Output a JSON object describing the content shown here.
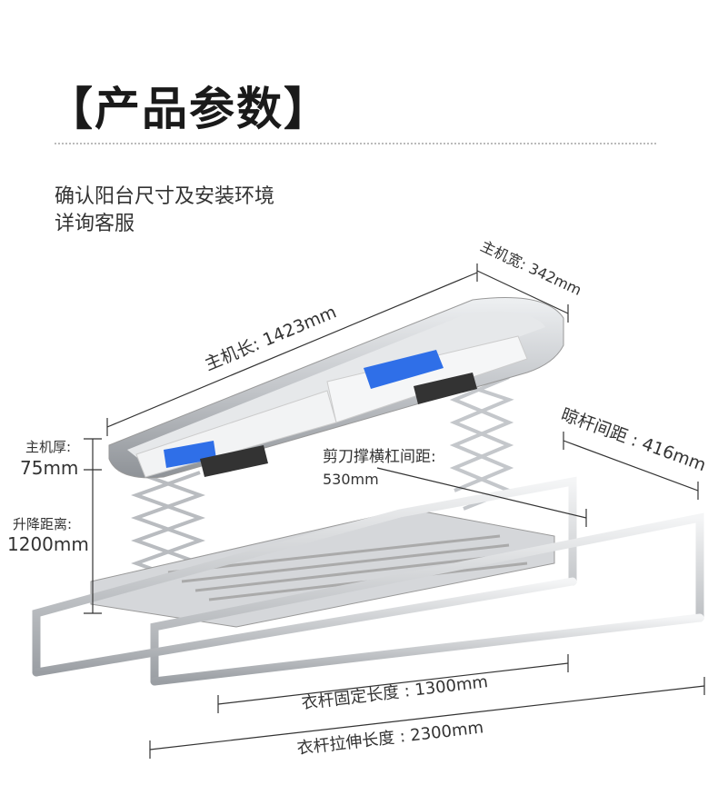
{
  "header": {
    "title": "【产品参数】"
  },
  "subtitle": {
    "line1": "确认阳台尺寸及安装环境",
    "line2": "详询客服"
  },
  "dimensions": {
    "host_width": "主机宽: 342mm",
    "host_length": "主机长: 1423mm",
    "host_thickness_label": "主机厚:",
    "host_thickness_value": "75mm",
    "lift_label": "升降距离:",
    "lift_value": "1200mm",
    "rod_spacing": "晾杆间距 : 416mm",
    "scissor_label": "剪刀撑横杠间距:",
    "scissor_value": "530mm",
    "rod_fixed_length": "衣杆固定长度 : 1300mm",
    "rod_extended_length": "衣杆拉伸长度 : 2300mm"
  },
  "colors": {
    "led": "#2f6fe8",
    "metal": "#c8cacd",
    "line": "#333333"
  }
}
